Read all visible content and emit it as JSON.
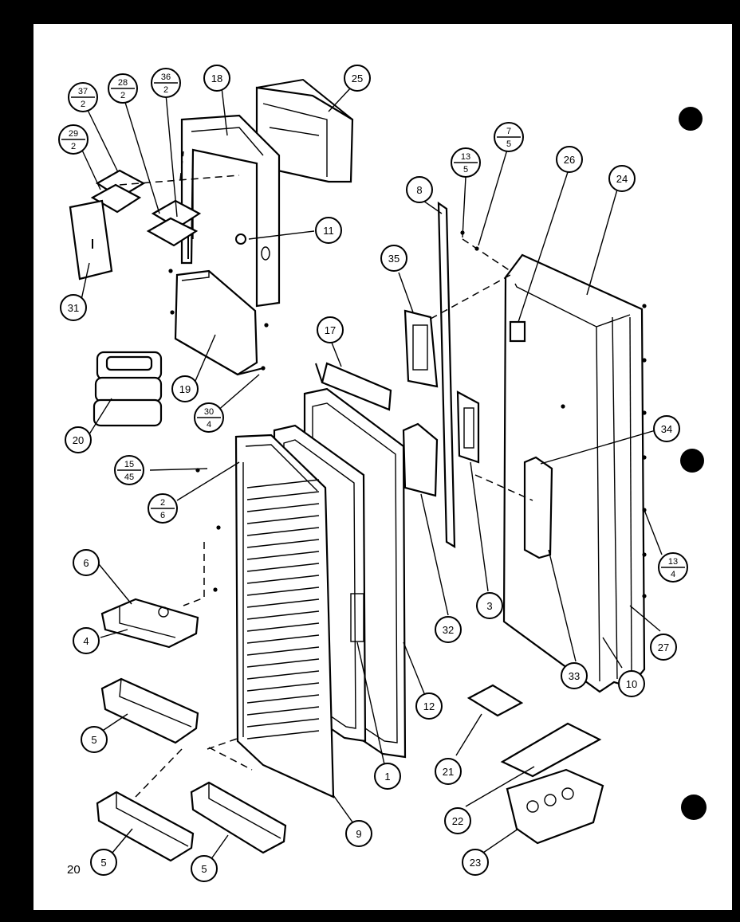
{
  "diagram": {
    "page_label": "20",
    "callouts": [
      {
        "id": "37_2",
        "num": "37",
        "den": "2"
      },
      {
        "id": "28_2",
        "num": "28",
        "den": "2"
      },
      {
        "id": "36_2",
        "num": "36",
        "den": "2"
      },
      {
        "id": "18",
        "num": "18"
      },
      {
        "id": "25",
        "num": "25"
      },
      {
        "id": "29_2",
        "num": "29",
        "den": "2"
      },
      {
        "id": "11",
        "num": "11"
      },
      {
        "id": "31",
        "num": "31"
      },
      {
        "id": "19",
        "num": "19"
      },
      {
        "id": "30_4",
        "num": "30",
        "den": "4"
      },
      {
        "id": "20",
        "num": "20"
      },
      {
        "id": "15_45",
        "num": "15",
        "den": "45"
      },
      {
        "id": "2_6",
        "num": "2",
        "den": "6"
      },
      {
        "id": "6",
        "num": "6"
      },
      {
        "id": "4",
        "num": "4"
      },
      {
        "id": "5a",
        "num": "5"
      },
      {
        "id": "5b",
        "num": "5"
      },
      {
        "id": "5c",
        "num": "5"
      },
      {
        "id": "9",
        "num": "9"
      },
      {
        "id": "1",
        "num": "1"
      },
      {
        "id": "12",
        "num": "12"
      },
      {
        "id": "17",
        "num": "17"
      },
      {
        "id": "35",
        "num": "35"
      },
      {
        "id": "8",
        "num": "8"
      },
      {
        "id": "13_5",
        "num": "13",
        "den": "5"
      },
      {
        "id": "7_5",
        "num": "7",
        "den": "5"
      },
      {
        "id": "26",
        "num": "26"
      },
      {
        "id": "24",
        "num": "24"
      },
      {
        "id": "32",
        "num": "32"
      },
      {
        "id": "3",
        "num": "3"
      },
      {
        "id": "34",
        "num": "34"
      },
      {
        "id": "13_4",
        "num": "13",
        "den": "4"
      },
      {
        "id": "27",
        "num": "27"
      },
      {
        "id": "33",
        "num": "33"
      },
      {
        "id": "10",
        "num": "10"
      },
      {
        "id": "21",
        "num": "21"
      },
      {
        "id": "22",
        "num": "22"
      },
      {
        "id": "23",
        "num": "23"
      }
    ]
  }
}
